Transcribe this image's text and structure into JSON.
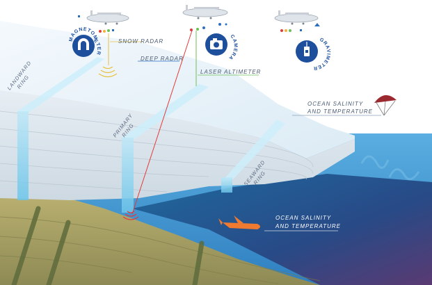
{
  "labels": {
    "snow_radar": "SNOW RADAR",
    "deep_radar": "DEEP RADAR",
    "laser_altimeter": "LASER ALTIMETER",
    "ocean_top_1": "OCEAN SALINITY",
    "ocean_top_2": "AND TEMPERATURE",
    "ocean_bottom_1": "OCEAN SALINITY",
    "ocean_bottom_2": "AND TEMPERATURE"
  },
  "rings": {
    "landward_1": "LANDWARD",
    "landward_2": "RING",
    "primary_1": "PRIMARY",
    "primary_2": "RING",
    "seaward_1": "SEAWARD",
    "seaward_2": "RING"
  },
  "instruments": {
    "magnetometer": "MAGNETOMETER",
    "camera": "CAMERA",
    "gravimeter": "GRAVIMETER"
  },
  "icons": [
    "aircraft-icon",
    "magnet-icon",
    "camera-icon",
    "gravimeter-icon",
    "parachute-probe-icon",
    "ocean-glider-icon"
  ],
  "colors": {
    "instrument_badge": "#1d4f9c",
    "laser_beam": "#e23b3b",
    "ocean_shallow": "#3f92c8",
    "ocean_deep": "#24508a",
    "glider": "#f07a30"
  }
}
